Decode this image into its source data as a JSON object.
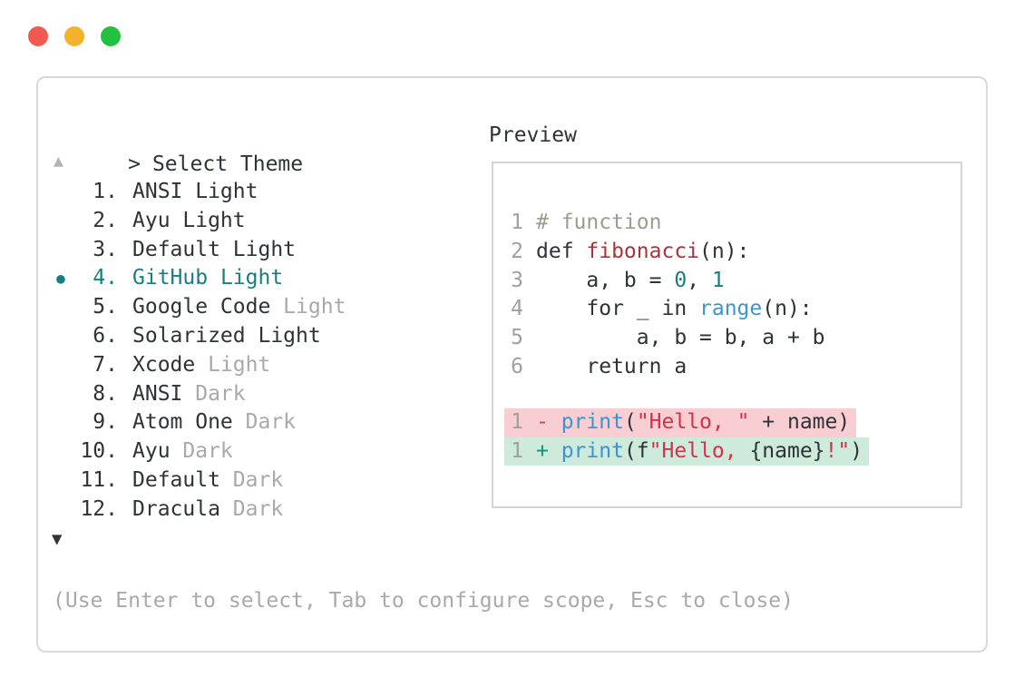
{
  "traffic_lights": [
    {
      "name": "close",
      "color": "#f25950"
    },
    {
      "name": "minimize",
      "color": "#f2b22c"
    },
    {
      "name": "zoom",
      "color": "#22c240"
    }
  ],
  "picker": {
    "prompt": ">",
    "title": "Select Theme",
    "scroll_up_glyph": "▲",
    "scroll_down_glyph": "▼",
    "bullet_glyph": "●",
    "items": [
      {
        "number": "1.",
        "name": "ANSI",
        "variant": "Light",
        "dim_variant": false,
        "selected": false
      },
      {
        "number": "2.",
        "name": "Ayu",
        "variant": "Light",
        "dim_variant": false,
        "selected": false
      },
      {
        "number": "3.",
        "name": "Default",
        "variant": "Light",
        "dim_variant": false,
        "selected": false
      },
      {
        "number": "4.",
        "name": "GitHub",
        "variant": "Light",
        "dim_variant": false,
        "selected": true
      },
      {
        "number": "5.",
        "name": "Google Code",
        "variant": "Light",
        "dim_variant": true,
        "selected": false
      },
      {
        "number": "6.",
        "name": "Solarized",
        "variant": "Light",
        "dim_variant": false,
        "selected": false
      },
      {
        "number": "7.",
        "name": "Xcode",
        "variant": "Light",
        "dim_variant": true,
        "selected": false
      },
      {
        "number": "8.",
        "name": "ANSI",
        "variant": "Dark",
        "dim_variant": true,
        "selected": false
      },
      {
        "number": "9.",
        "name": "Atom One",
        "variant": "Dark",
        "dim_variant": true,
        "selected": false
      },
      {
        "number": "10.",
        "name": "Ayu",
        "variant": "Dark",
        "dim_variant": true,
        "selected": false
      },
      {
        "number": "11.",
        "name": "Default",
        "variant": "Dark",
        "dim_variant": true,
        "selected": false
      },
      {
        "number": "12.",
        "name": "Dracula",
        "variant": "Dark",
        "dim_variant": true,
        "selected": false
      }
    ],
    "help": "(Use Enter to select, Tab to configure scope, Esc to close)"
  },
  "preview": {
    "label": "Preview",
    "code_lines": [
      {
        "num": "1",
        "tokens": [
          {
            "text": "# function",
            "style": "comment"
          }
        ]
      },
      {
        "num": "2",
        "tokens": [
          {
            "text": "def ",
            "style": "code"
          },
          {
            "text": "fibonacci",
            "style": "function"
          },
          {
            "text": "(n):",
            "style": "code"
          }
        ]
      },
      {
        "num": "3",
        "tokens": [
          {
            "text": "    a, b = ",
            "style": "code"
          },
          {
            "text": "0",
            "style": "number"
          },
          {
            "text": ", ",
            "style": "code"
          },
          {
            "text": "1",
            "style": "number"
          }
        ]
      },
      {
        "num": "4",
        "tokens": [
          {
            "text": "    for _ in ",
            "style": "code"
          },
          {
            "text": "range",
            "style": "builtin"
          },
          {
            "text": "(n):",
            "style": "code"
          }
        ]
      },
      {
        "num": "5",
        "tokens": [
          {
            "text": "        a, b = b, a + b",
            "style": "code"
          }
        ]
      },
      {
        "num": "6",
        "tokens": [
          {
            "text": "    return a",
            "style": "code"
          }
        ]
      }
    ],
    "diff_lines": [
      {
        "num": "1",
        "kind": "removed",
        "tokens": [
          {
            "text": "- ",
            "style": "diff-minus"
          },
          {
            "text": "print",
            "style": "builtin"
          },
          {
            "text": "(",
            "style": "code"
          },
          {
            "text": "\"Hello, \"",
            "style": "string"
          },
          {
            "text": " + name)",
            "style": "code"
          }
        ]
      },
      {
        "num": "1",
        "kind": "added",
        "tokens": [
          {
            "text": "+ ",
            "style": "diff-plus"
          },
          {
            "text": "print",
            "style": "builtin"
          },
          {
            "text": "(f",
            "style": "code"
          },
          {
            "text": "\"Hello, ",
            "style": "string"
          },
          {
            "text": "{name}",
            "style": "code"
          },
          {
            "text": "!\"",
            "style": "string"
          },
          {
            "text": ")",
            "style": "code"
          }
        ]
      }
    ]
  },
  "colors": {
    "accent_teal": "#177e85",
    "text_dark": "#2d3339",
    "text_gray": "#a9a9a9",
    "line_number_gray": "#9f9f9f",
    "comment_olive": "#9a9e8c",
    "function_red": "#a8353b",
    "builtin_blue": "#3b94d1",
    "string_crimson": "#d62f4d",
    "diff_minus_red": "#d1464d",
    "diff_plus_green": "#129178",
    "removed_bg": "#f8ced2",
    "added_bg": "#cdeadb",
    "window_border": "#d9d9d9",
    "preview_border": "#d5d5d5"
  }
}
